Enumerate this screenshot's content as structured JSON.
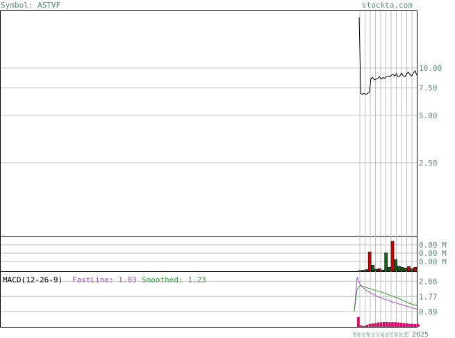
{
  "header": {
    "symbol_label": "Symbol: ASTVF",
    "site": "stockta.com"
  },
  "colors": {
    "axis_text": "#5a8c7a",
    "grid": "#c0c0c0",
    "price_line": "#000000",
    "volume_up": "#1a5c1a",
    "volume_down": "#cc0000",
    "macd_fast": "#a050c0",
    "macd_smooth": "#3aa03a",
    "macd_hist": "#e0006a"
  },
  "chart_data": [
    {
      "type": "line",
      "panel": "price",
      "y_scale": "log",
      "y_ticks": [
        "10.00",
        "7.50",
        "5.00",
        "2.50"
      ],
      "y_tick_values": [
        10,
        7.5,
        5,
        2.5
      ],
      "ylim": [
        0.85,
        23
      ],
      "grid": true,
      "series": [
        {
          "values": [
            21,
            6.9,
            6.8,
            6.9,
            6.8,
            6.9,
            7.0,
            8.6,
            8.7,
            8.4,
            8.5,
            8.6,
            8.8,
            8.5,
            8.7,
            8.6,
            8.8,
            8.9,
            8.8,
            9.0,
            9.1,
            8.9,
            9.2,
            8.8,
            8.9,
            9.3,
            8.9,
            8.8,
            9.2,
            9.4,
            9.1,
            8.9,
            9.3,
            9.6,
            9.0
          ]
        }
      ]
    },
    {
      "type": "bar",
      "panel": "volume",
      "y_ticks": [
        "0.00 M",
        "0.00 M",
        "0.00 M"
      ],
      "ylim": [
        0,
        1.0
      ],
      "grid": true,
      "bars": [
        {
          "value": 0.02,
          "dir": "up"
        },
        {
          "value": 0.03,
          "dir": "up"
        },
        {
          "value": 0.05,
          "dir": "up"
        },
        {
          "value": 0.58,
          "dir": "down"
        },
        {
          "value": 0.18,
          "dir": "up"
        },
        {
          "value": 0.06,
          "dir": "up"
        },
        {
          "value": 0.08,
          "dir": "down"
        },
        {
          "value": 0.04,
          "dir": "up"
        },
        {
          "value": 0.55,
          "dir": "up"
        },
        {
          "value": 0.12,
          "dir": "up"
        },
        {
          "value": 0.9,
          "dir": "down"
        },
        {
          "value": 0.35,
          "dir": "up"
        },
        {
          "value": 0.15,
          "dir": "up"
        },
        {
          "value": 0.12,
          "dir": "up"
        },
        {
          "value": 0.1,
          "dir": "up"
        },
        {
          "value": 0.14,
          "dir": "down"
        },
        {
          "value": 0.08,
          "dir": "up"
        },
        {
          "value": 0.12,
          "dir": "down"
        }
      ]
    },
    {
      "type": "line",
      "panel": "macd",
      "title": "MACD(12-26-9)",
      "fastline_label": "FastLine: 1.03",
      "smoothed_label": "Smoothed: 1.23",
      "y_ticks": [
        "2.66",
        "1.77",
        "0.89"
      ],
      "y_tick_values": [
        2.66,
        1.77,
        0.89
      ],
      "ylim": [
        0,
        3.2
      ],
      "grid": true,
      "series": [
        {
          "name": "FastLine",
          "values": [
            0.9,
            2.9,
            2.5,
            2.3,
            2.15,
            2.05,
            1.95,
            1.88,
            1.78,
            1.72,
            1.65,
            1.6,
            1.55,
            1.48,
            1.42,
            1.38,
            1.32,
            1.28,
            1.22,
            1.18,
            1.12,
            1.08,
            1.03
          ]
        },
        {
          "name": "Smoothed",
          "values": [
            0.9,
            2.2,
            2.4,
            2.35,
            2.3,
            2.25,
            2.2,
            2.15,
            2.1,
            2.05,
            2.0,
            1.95,
            1.88,
            1.82,
            1.76,
            1.7,
            1.62,
            1.55,
            1.48,
            1.4,
            1.34,
            1.28,
            1.23
          ]
        }
      ],
      "histogram": [
        0.0,
        0.7,
        0.1,
        -0.05,
        -0.15,
        -0.2,
        -0.25,
        -0.27,
        -0.32,
        -0.33,
        -0.35,
        -0.35,
        -0.33,
        -0.34,
        -0.34,
        -0.32,
        -0.3,
        -0.27,
        -0.26,
        -0.22,
        -0.22,
        -0.2,
        -0.2
      ]
    }
  ],
  "x_axis": {
    "date_labels_visible": [
      "2025"
    ],
    "date_labels_overlapping": "Feb Mar Apr May Jun Jul Aug Sep Oct Nov Dec 2025"
  }
}
